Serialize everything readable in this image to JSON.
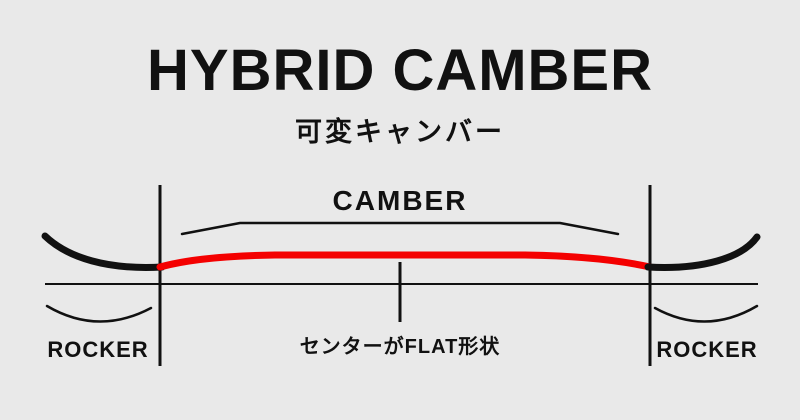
{
  "header": {
    "title": "HYBRID CAMBER",
    "subtitle": "可変キャンバー"
  },
  "diagram": {
    "camber_label": "CAMBER",
    "rocker_label_left": "ROCKER",
    "rocker_label_right": "ROCKER",
    "center_label": "センターがFLAT形状"
  },
  "colors": {
    "background": "#e9e9e9",
    "line": "#111111",
    "camber_highlight": "#f40000"
  }
}
